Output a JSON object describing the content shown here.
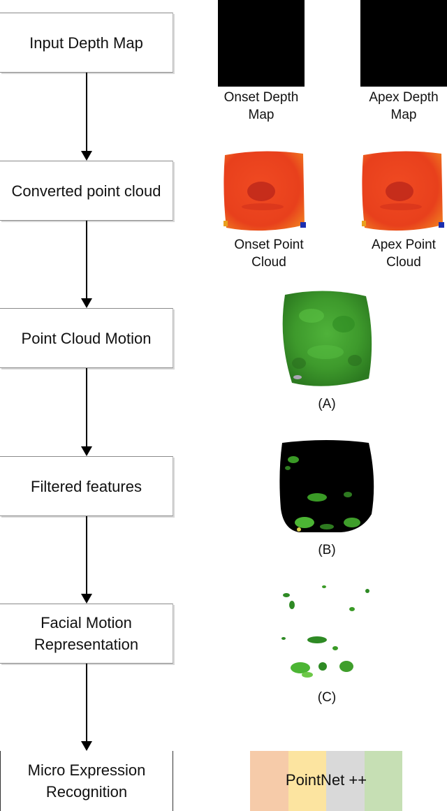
{
  "pipeline": {
    "stages": [
      {
        "label": "Input Depth Map"
      },
      {
        "label": "Converted point cloud"
      },
      {
        "label": "Point Cloud Motion"
      },
      {
        "label": "Filtered features"
      },
      {
        "label": "Facial Motion\nRepresentation"
      },
      {
        "label": "Micro Expression\nRecognition"
      }
    ]
  },
  "images": {
    "onset_depth_caption": "Onset Depth\nMap",
    "apex_depth_caption": "Apex Depth\nMap",
    "onset_cloud_caption": "Onset Point\nCloud",
    "apex_cloud_caption": "Apex Point\nCloud",
    "motion_caption": "(A)",
    "filtered_caption": "(B)",
    "representation_caption": "(C)"
  },
  "classifier": {
    "label": "PointNet ++",
    "segment_colors": [
      "#f6cba9",
      "#fce4a0",
      "#d9d9d9",
      "#c6dfb4"
    ]
  },
  "colors": {
    "cloud_red": "#e8401c",
    "motion_green": "#3e9a2c",
    "arrow": "#000000"
  }
}
